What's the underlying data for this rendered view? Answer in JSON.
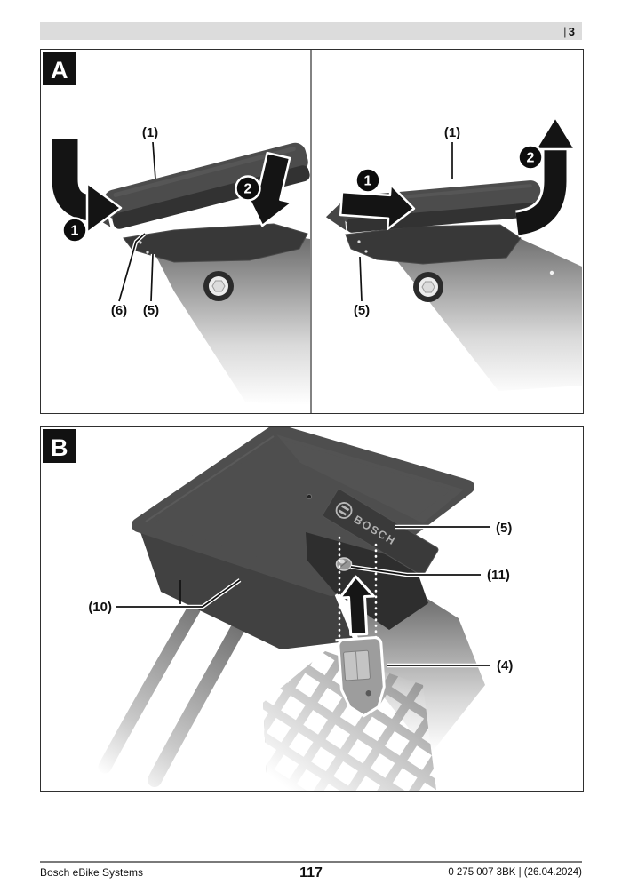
{
  "header": {
    "separator": "|",
    "page_number": "3"
  },
  "figures": {
    "a": {
      "label": "A",
      "left_panel": {
        "step_1": "1",
        "step_2": "2",
        "callout_display": "(1)",
        "callout_release": "(6)",
        "callout_mount": "(5)"
      },
      "right_panel": {
        "step_1": "1",
        "step_2": "2",
        "callout_display": "(1)",
        "callout_mount": "(5)"
      }
    },
    "b": {
      "label": "B",
      "brand_logo_text": "BOSCH",
      "callout_mount": "(5)",
      "callout_screw": "(11)",
      "callout_front": "(10)",
      "callout_plug": "(4)"
    }
  },
  "footer": {
    "brand": "Bosch eBike Systems",
    "page_number": "117",
    "document_number": "0 275 007 3BK | (26.04.2024)"
  },
  "palette": {
    "header_bar": "#dcdcdc",
    "ink": "#111111",
    "device_gray": "#4c4c4c",
    "device_dark": "#323232",
    "mount_gray": "#383838",
    "arrow_black": "#141414"
  }
}
